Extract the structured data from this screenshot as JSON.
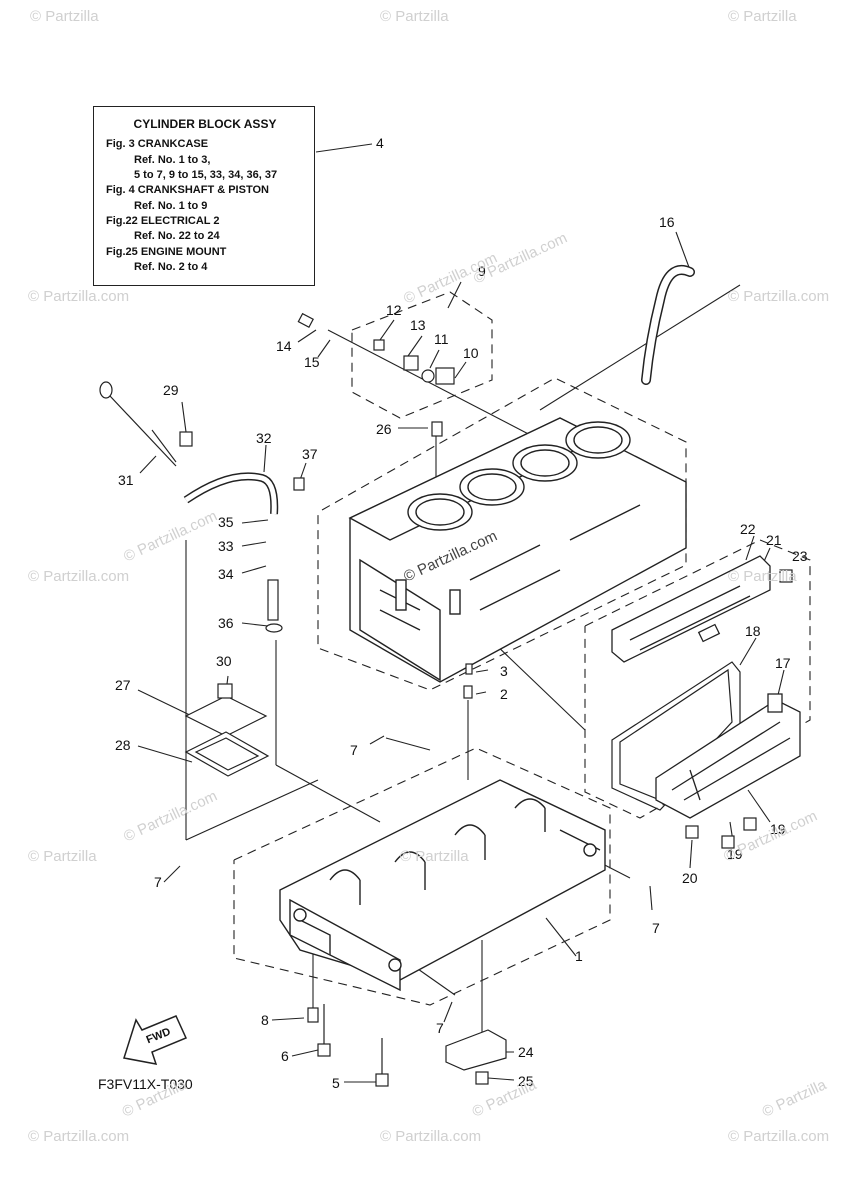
{
  "note": {
    "title": "CYLINDER BLOCK ASSY",
    "lines": [
      "Fig.  3 CRANKCASE",
      "Ref. No. 1 to 3,",
      "5 to 7, 9 to 15, 33, 34, 36, 37",
      "Fig.  4 CRANKSHAFT & PISTON",
      "Ref. No. 1 to 9",
      "Fig.22 ELECTRICAL 2",
      "Ref. No. 22 to 24",
      "Fig.25 ENGINE MOUNT",
      "Ref. No. 2 to 4"
    ]
  },
  "callouts": [
    "4",
    "16",
    "9",
    "12",
    "13",
    "11",
    "10",
    "14",
    "15",
    "29",
    "26",
    "32",
    "37",
    "31",
    "35",
    "33",
    "34",
    "36",
    "22",
    "21",
    "23",
    "3",
    "2",
    "30",
    "18",
    "17",
    "27",
    "7",
    "28",
    "19",
    "19",
    "20",
    "7",
    "7",
    "1",
    "8",
    "7",
    "6",
    "24",
    "5",
    "25"
  ],
  "fwd_label": "FWD",
  "diagram_code": "F3FV11X-T030",
  "watermarks": [
    "© Partzilla",
    "© Partzilla",
    "© Partzilla",
    "© Partzilla.com",
    "© Partzilla.com",
    "© Partzilla.com",
    "© Partzilla.com",
    "© Partzilla.com",
    "© Partzilla.com",
    "© Partzilla",
    "© Partzilla",
    "© Partzilla",
    "© Partzilla.com",
    "© Partzilla.com",
    "© Partzilla.com",
    "© Partzilla.com",
    "© Partzilla.com",
    "© Partzilla",
    "© Partzilla",
    "© Partzilla",
    "© Partzilla.com"
  ]
}
